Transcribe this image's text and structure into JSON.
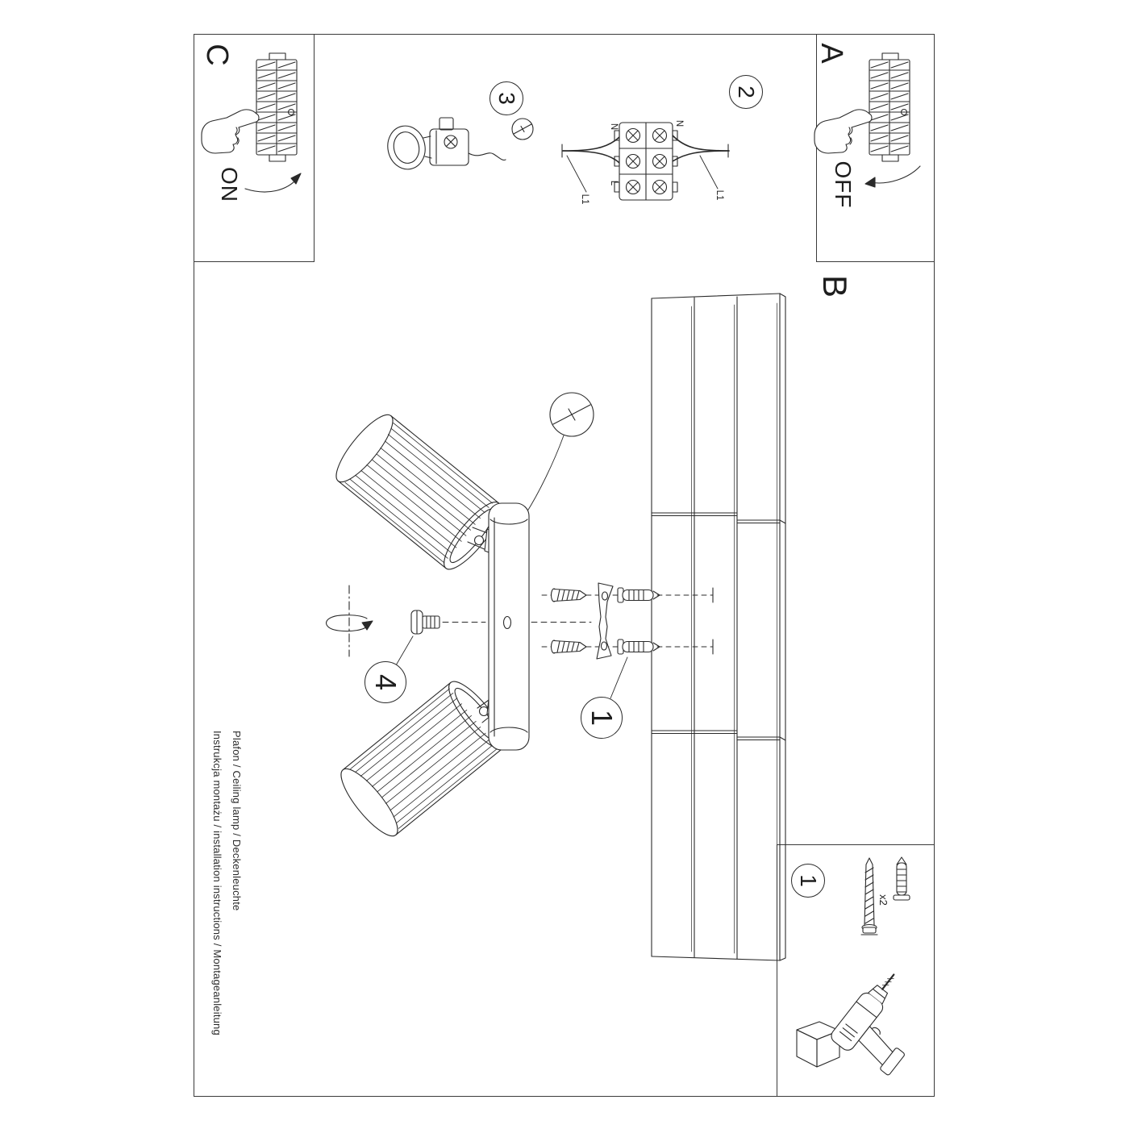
{
  "labels": {
    "section_a": "A",
    "section_b": "B",
    "section_c": "C",
    "switch_on": "ON",
    "switch_off": "OFF"
  },
  "steps": {
    "s1": "1",
    "s2": "2",
    "s3": "3",
    "s4": "4",
    "hw1": "1"
  },
  "wiring": {
    "n_left": "N",
    "l_left": "L",
    "n_right": "N",
    "l1_left": "L1",
    "l1_right": "L1"
  },
  "hardware": {
    "qty": "x2"
  },
  "footer": {
    "line1": "Instrukcja montażu / installation instructions / Montageanleitung",
    "line2": "Plafon / Ceiling lamp / Deckenleuchte"
  },
  "colors": {
    "line": "#2a2a2a",
    "background": "#ffffff"
  }
}
